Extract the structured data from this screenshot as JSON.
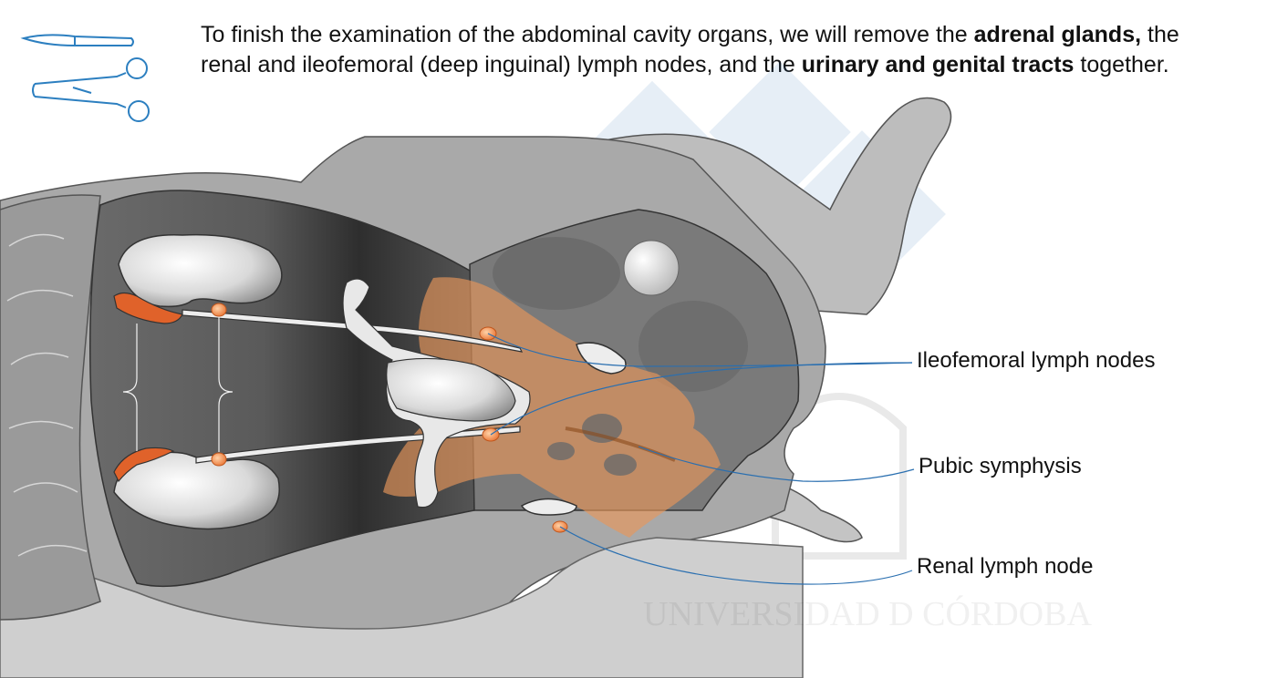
{
  "instructions": {
    "t1": "To finish the examination of the abdominal cavity organs, we will remove the ",
    "b1": "adrenal glands,",
    "t2": " the renal and ileofemoral (deep inguinal) lymph nodes, and the ",
    "b2": "urinary and genital tracts",
    "t3": " together."
  },
  "labels": {
    "ileofemoral": "Ileofemoral lymph nodes",
    "pubic": "Pubic symphysis",
    "renal": "Renal lymph node"
  },
  "watermark": {
    "text": "UNIVERSIDAD D CÓRDOBA"
  },
  "icons": [
    "scalpel-icon",
    "scissors-icon"
  ],
  "colors": {
    "lymph_node": "#f08a4b",
    "pelvis_overlay": "#e8965a",
    "leader_line": "#2a6fb0",
    "tool_stroke": "#2c7fc0"
  }
}
